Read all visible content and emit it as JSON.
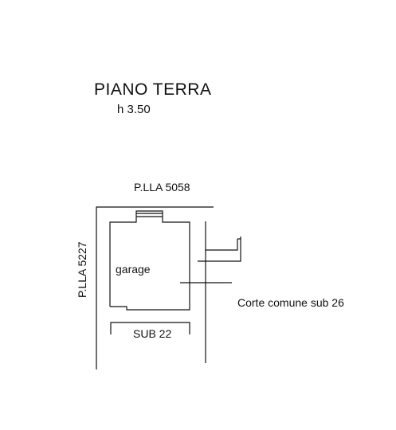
{
  "title": "PIANO TERRA",
  "height_label": "h 3.50",
  "neighbors": {
    "north": "P.LLA 5058",
    "west": "P.LLA 5227"
  },
  "rooms": {
    "garage": "garage"
  },
  "sub_label": "SUB 22",
  "court_label": "Corte comune sub 26",
  "colors": {
    "line": "#111111",
    "background": "#ffffff"
  }
}
